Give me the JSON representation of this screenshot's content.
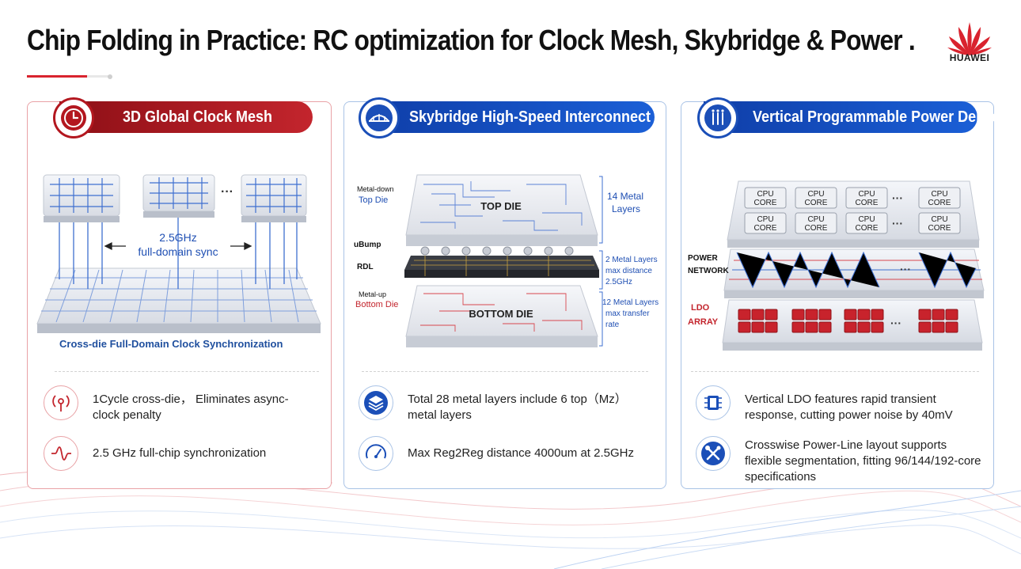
{
  "title": "Chip Folding in Practice: RC optimization for Clock Mesh, Skybridge & Power .",
  "brand": {
    "name": "HUAWEI",
    "color": "#d9232e"
  },
  "colors": {
    "accent_red": "#c3252d",
    "accent_blue": "#1b5fd6"
  },
  "panels": [
    {
      "header": "3D Global Clock Mesh",
      "header_icon": "clock-icon",
      "diagram": {
        "ellipsis": "···",
        "freq": "2.5GHz",
        "sync": "full-domain sync",
        "caption": "Cross-die Full-Domain Clock Synchronization"
      },
      "features": [
        {
          "icon": "signal-tower-icon",
          "text": "1Cycle cross-die， Eliminates async-clock penalty"
        },
        {
          "icon": "waveform-icon",
          "text": "2.5 GHz full-chip synchronization"
        }
      ]
    },
    {
      "header": "Skybridge High-Speed Interconnect",
      "header_icon": "bridge-icon",
      "diagram": {
        "metal_down": "Metal-down",
        "top_die_label": "Top Die",
        "top_die": "TOP DIE",
        "ubump": "uBump",
        "rdl": "RDL",
        "metal_up": "Metal-up",
        "bottom_die_label": "Bottom Die",
        "bottom_die": "BOTTOM DIE",
        "top_layers": [
          "14 Metal",
          "Layers"
        ],
        "rdl_layers": [
          "2 Metal Layers",
          "max distance",
          "2.5GHz"
        ],
        "bottom_layers": [
          "12 Metal Layers",
          "max transfer",
          "rate"
        ]
      },
      "features": [
        {
          "icon": "layers-icon",
          "text": "Total 28 metal layers include 6 top（Mz） metal layers"
        },
        {
          "icon": "speedometer-icon",
          "text": "Max Reg2Reg distance 4000um at 2.5GHz"
        }
      ]
    },
    {
      "header": "Vertical Programmable Power Delivery",
      "header_icon": "power-rails-icon",
      "diagram": {
        "cpu_line1": "CPU",
        "cpu_line2": "CORE",
        "ellipsis": "···",
        "power_network": [
          "POWER",
          "NETWORK"
        ],
        "ldo_array": [
          "LDO",
          "ARRAY"
        ]
      },
      "features": [
        {
          "icon": "chip-icon",
          "text": "Vertical LDO features rapid transient response, cutting power noise by 40mV"
        },
        {
          "icon": "tools-icon",
          "text": "Crosswise Power-Line layout supports flexible segmentation, fitting 96/144/192-core specifications"
        }
      ]
    }
  ]
}
